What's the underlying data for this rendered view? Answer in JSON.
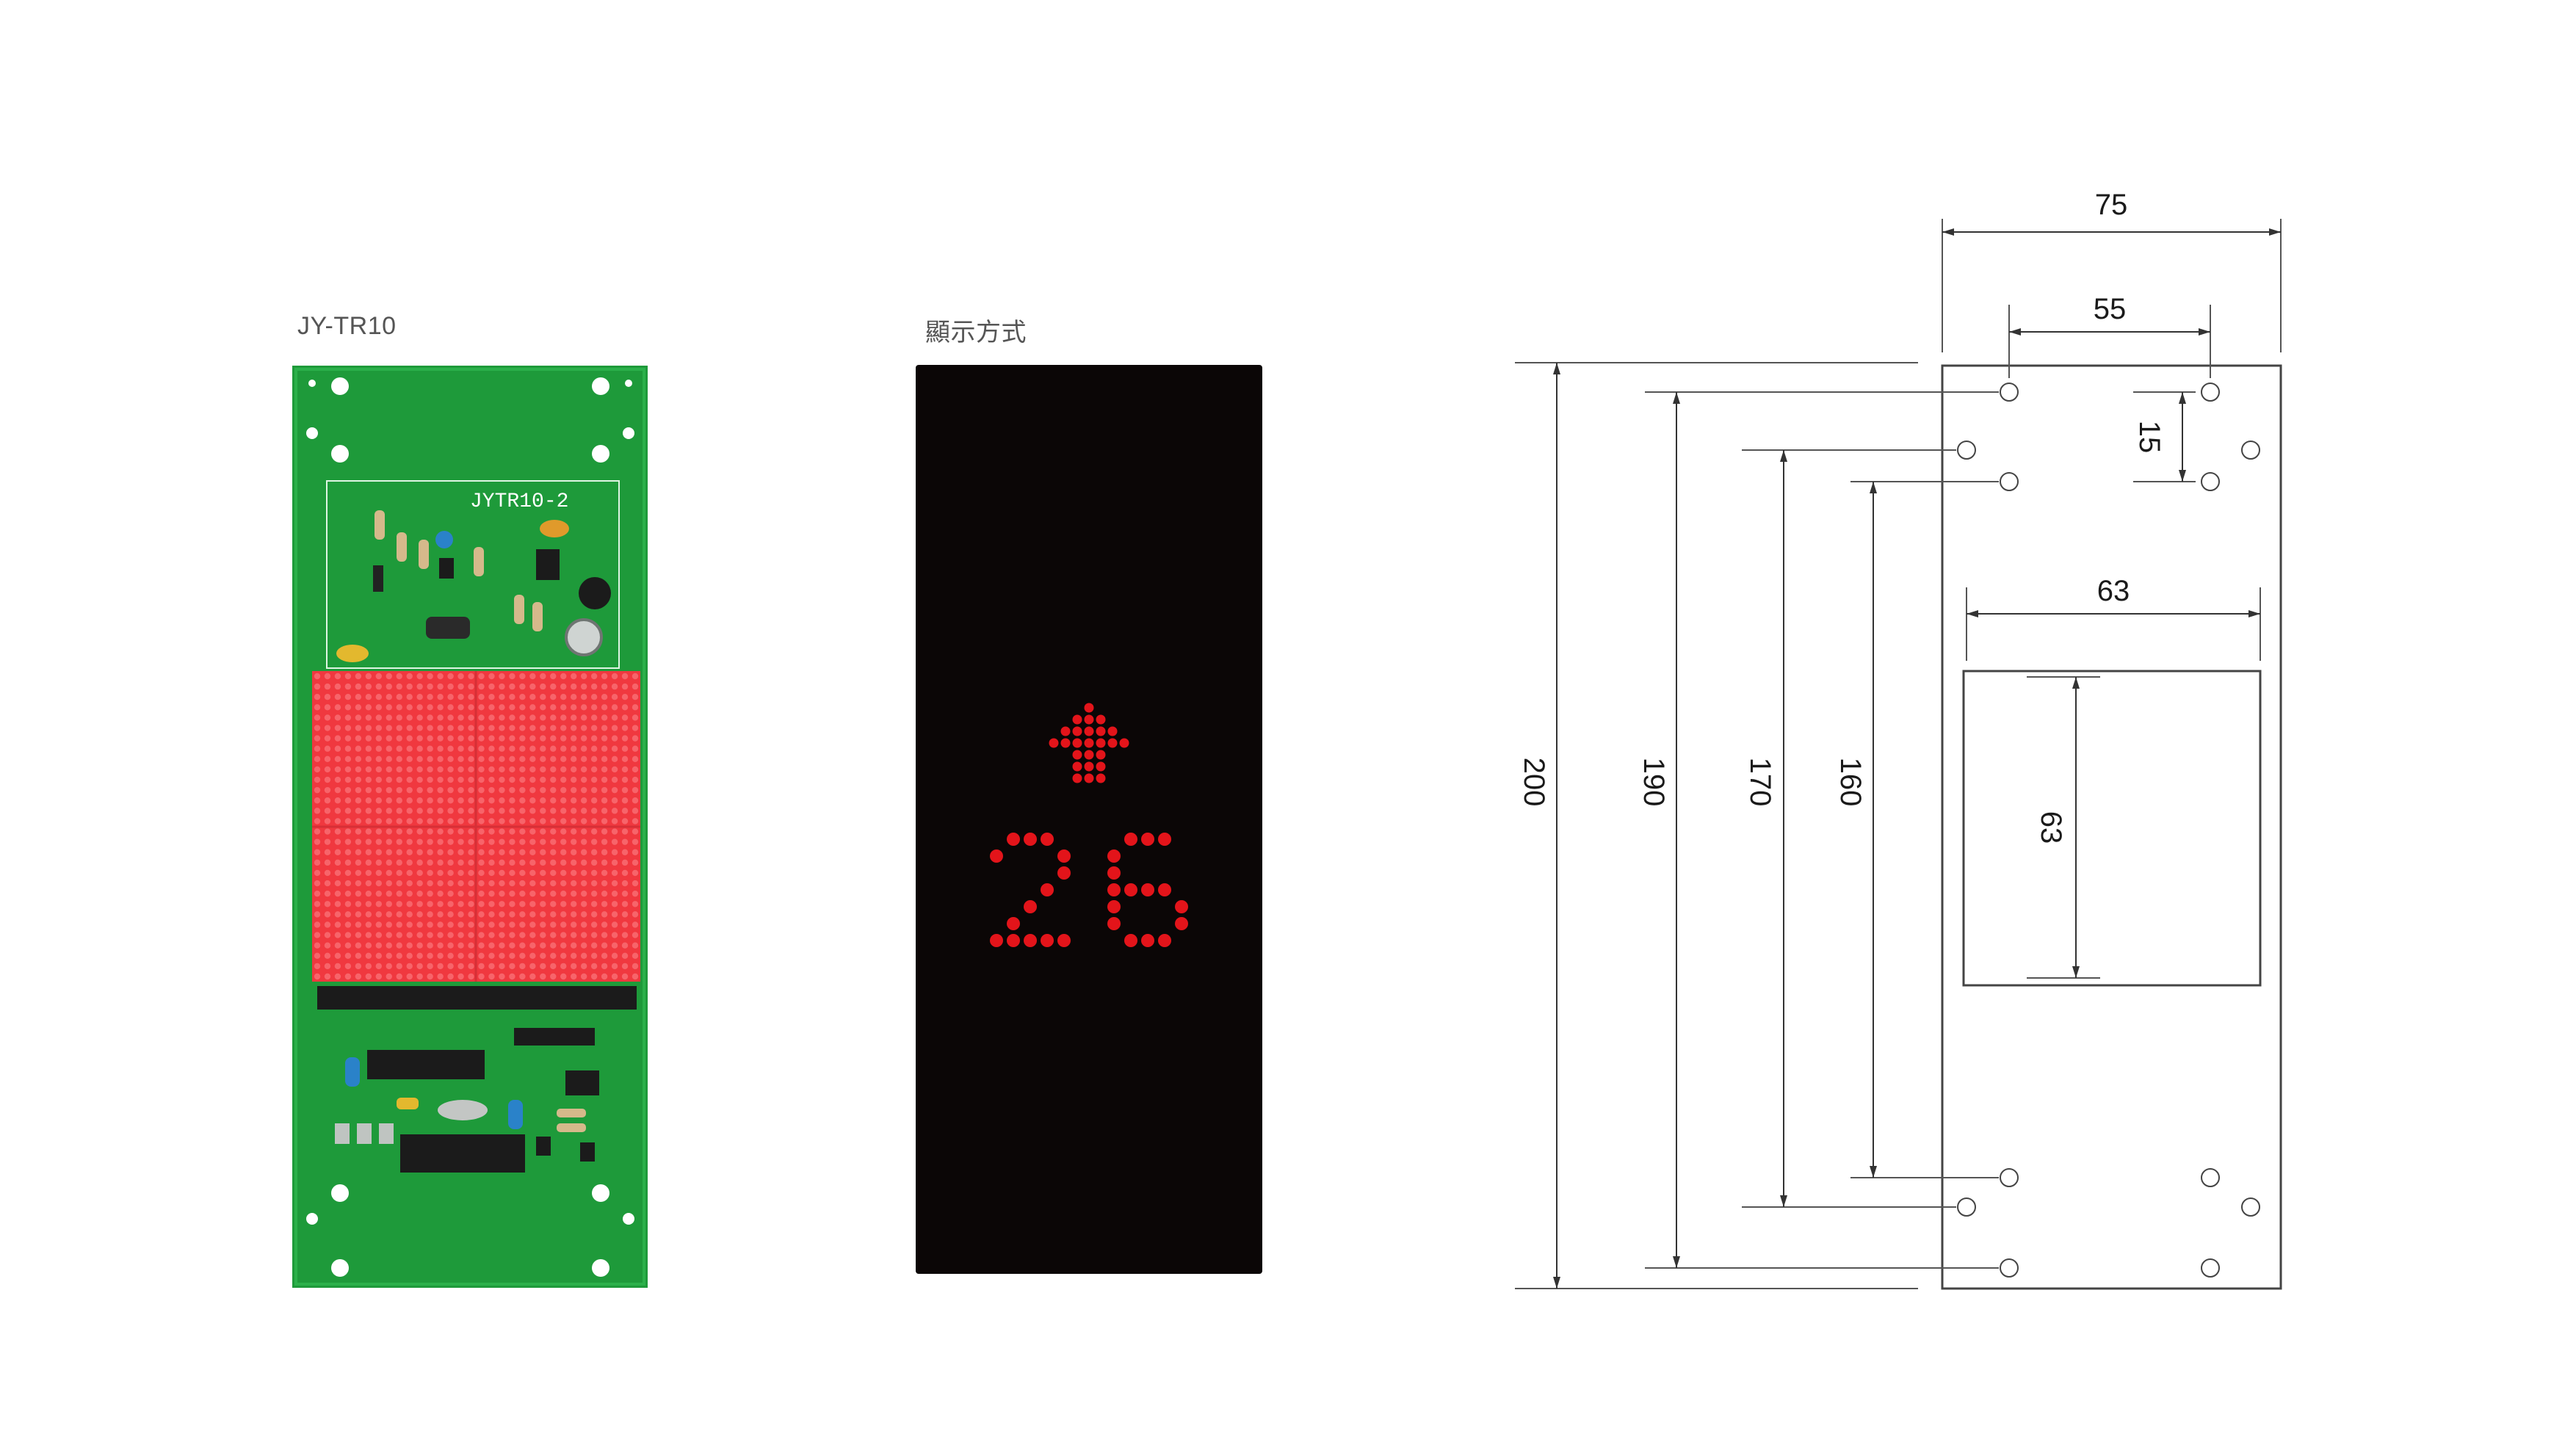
{
  "board": {
    "caption": "JY-TR10",
    "silkscreen_title": "JYTR10-2",
    "colors": {
      "pcb": "#1e9a3a",
      "led_matrix": "#f0383f"
    }
  },
  "display": {
    "caption": "顯示方式",
    "floor_number": "26",
    "direction": "up",
    "colors": {
      "panel": "#0b0606",
      "led": "#e3141a"
    }
  },
  "drawing": {
    "dims": {
      "overall_width": "75",
      "hole_spacing_width": "55",
      "hole_spacing_vertical": "15",
      "window_width": "63",
      "window_height": "63",
      "overall_height": "200",
      "height_190": "190",
      "height_170": "170",
      "height_160": "160"
    }
  }
}
